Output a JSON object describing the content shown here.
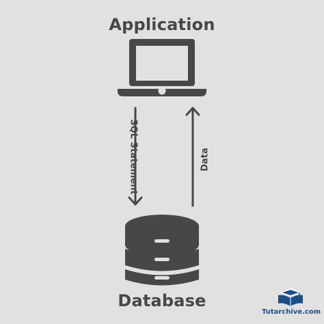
{
  "diagram": {
    "top_label": "Application",
    "bottom_label": "Database",
    "down_arrow_label": "SQL Statement",
    "up_arrow_label": "Data"
  },
  "icons": {
    "top": "laptop-icon",
    "bottom": "database-icon",
    "logo": "graduation-cap-book-icon"
  },
  "watermark": {
    "text": "Tutarchive.com"
  },
  "colors": {
    "background": "#e1e1e1",
    "foreground": "#474747",
    "brand": "#1a4f8b"
  }
}
